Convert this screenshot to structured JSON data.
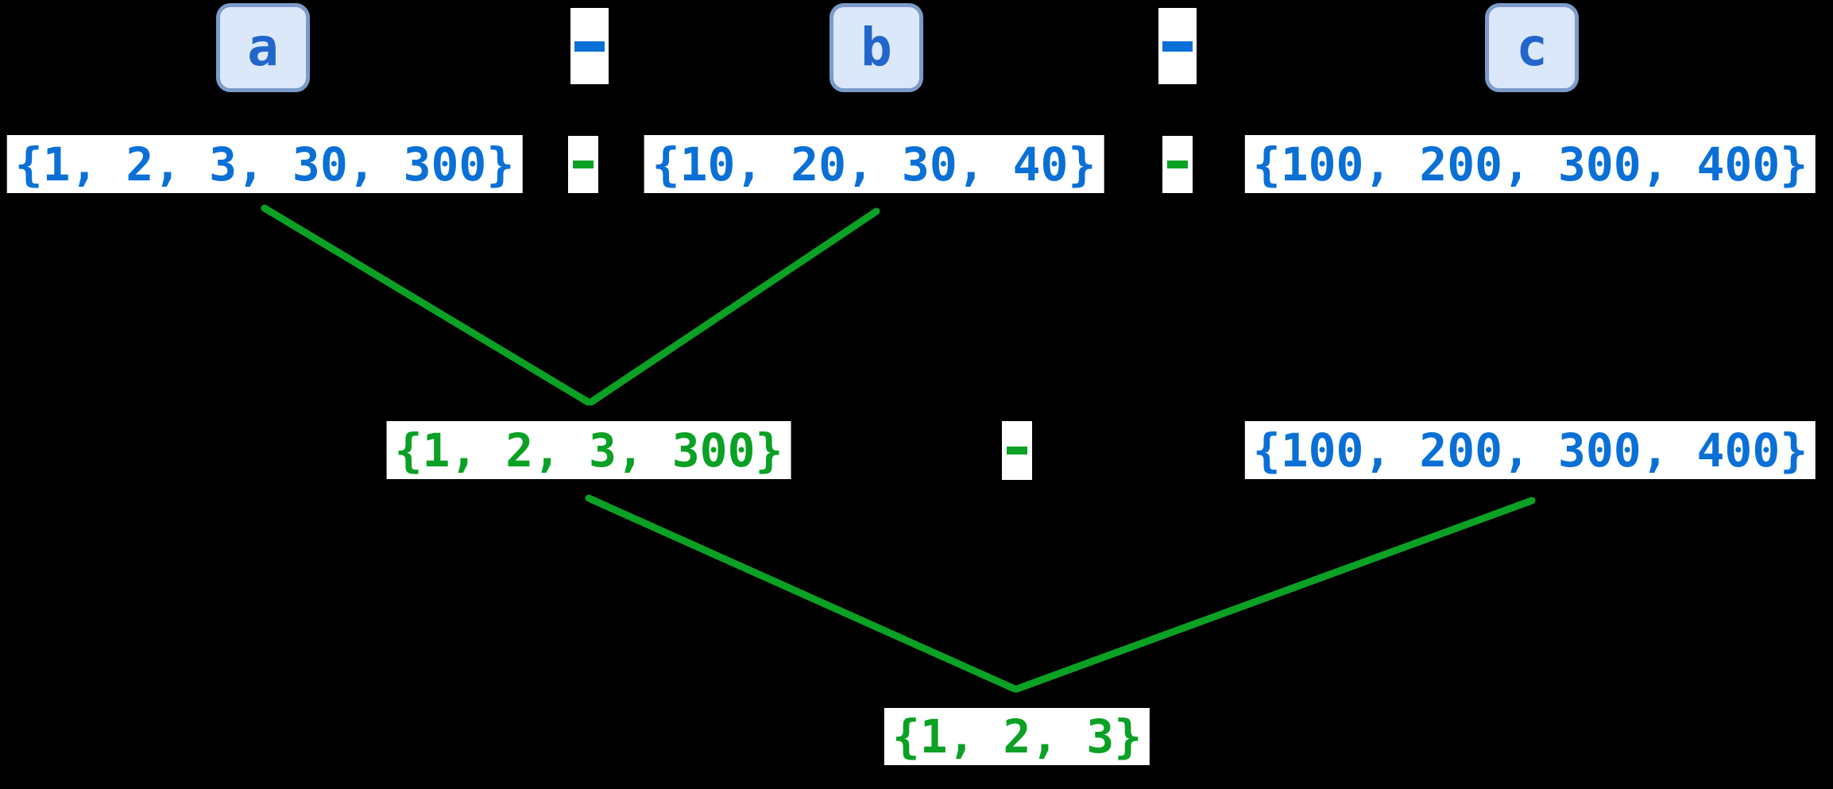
{
  "diagram": {
    "description_visible_content_only": "set difference chain",
    "top_row": {
      "variables": [
        {
          "label": "a"
        },
        {
          "label": "b"
        },
        {
          "label": "c"
        }
      ],
      "operator_label": "-"
    },
    "sets_row": {
      "sets": [
        "{1, 2, 3, 30, 300}",
        "{10, 20, 30, 40}",
        "{100, 200, 300, 400}"
      ],
      "operator_label": "-"
    },
    "intermediate_row": {
      "left_result": "{1, 2, 3, 300}",
      "operator_label": "-",
      "right_operand": "{100, 200, 300, 400}"
    },
    "final_row": {
      "result": "{1, 2, 3}"
    },
    "colors": {
      "background": "#000000",
      "blue_text": "#0b70d6",
      "green_text": "#0aa125",
      "line_green": "#0aa125",
      "variable_box_fill": "#dbe8fa",
      "variable_box_border": "#7b9cc9",
      "chip_background": "#ffffff"
    }
  }
}
